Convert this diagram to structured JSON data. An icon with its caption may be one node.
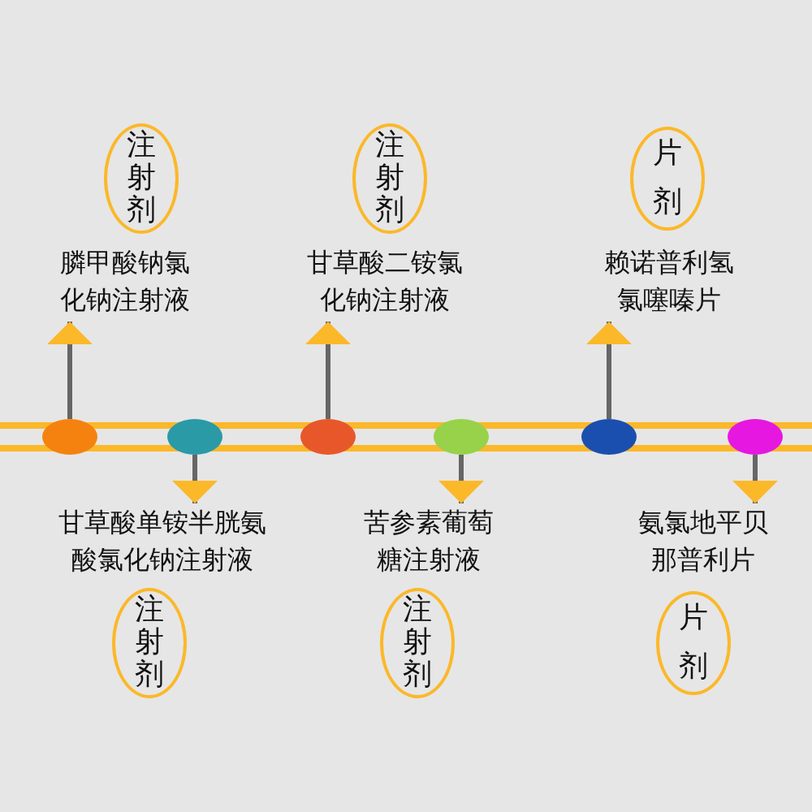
{
  "diagram": {
    "nodes": [
      {
        "text": [
          "注射剂"
        ]
      },
      {
        "text": [
          "膦甲酸钠氯化钠注射液"
        ]
      },
      {
        "text": [
          "注射剂"
        ]
      },
      {
        "text": [
          "甘草酸二铵氯化钠注射液"
        ]
      },
      {
        "text": [
          "片剂"
        ]
      },
      {
        "text": [
          "赖诺普利氢氯噻嗪片"
        ]
      },
      {
        "text": [],
        "shape": "circle"
      },
      {
        "text": [],
        "shape": "circle"
      },
      {
        "text": [],
        "shape": "circle"
      },
      {
        "text": [],
        "shape": "circle"
      },
      {
        "text": [],
        "shape": "circle"
      },
      {
        "text": [],
        "shape": "circle"
      },
      {
        "text": [
          "甘草酸单铵半胱氨酸氯化钠注射液"
        ]
      },
      {
        "text": [
          "注射剂"
        ]
      },
      {
        "text": [
          "苦参素葡萄糖注射液"
        ]
      },
      {
        "text": [
          "注射剂"
        ]
      },
      {
        "text": [
          "氨氯地平贝那普利片"
        ]
      },
      {
        "text": [
          "片剂"
        ]
      }
    ],
    "edges": [
      {
        "from": 6,
        "to": 1,
        "arrow": "to"
      },
      {
        "from": 7,
        "to": 12,
        "arrow": "to"
      },
      {
        "from": 8,
        "to": 3,
        "arrow": "to"
      },
      {
        "from": 9,
        "to": 14,
        "arrow": "to"
      },
      {
        "from": 10,
        "to": 5,
        "arrow": "to"
      },
      {
        "from": 11,
        "to": 16,
        "arrow": "to"
      }
    ]
  }
}
